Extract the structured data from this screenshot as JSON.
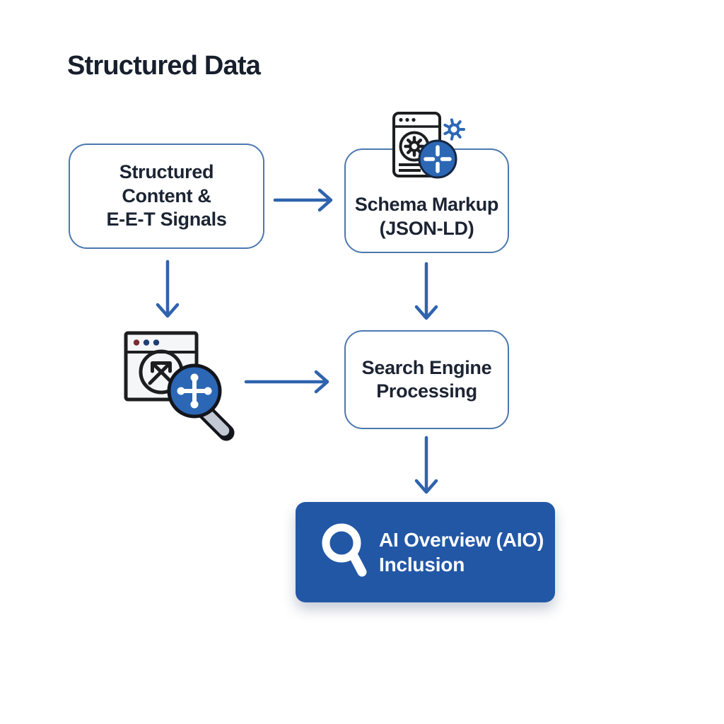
{
  "title": "Structured Data",
  "colors": {
    "background": "#ffffff",
    "title_text": "#181f2c",
    "node_text": "#1c2433",
    "node_border": "#4a78b0",
    "node_bg": "#ffffff",
    "arrow": "#2f63ae",
    "icon_blue": "#2b67b5",
    "icon_outline": "#1d1e20",
    "cta_bg": "#2257a6",
    "cta_text": "#ffffff"
  },
  "nodes": {
    "structured_content": {
      "line1": "Structured",
      "line2": "Content &",
      "line3": "E-E-T Signals"
    },
    "schema_markup": {
      "line1": "Schema Markup",
      "line2": "(JSON-LD)"
    },
    "search_engine": {
      "line1": "Search Engine",
      "line2": "Processing"
    },
    "aio": {
      "line1": "AI Overview (AIO)",
      "line2": "Inclusion"
    }
  },
  "icons": {
    "schema_doc": "document-gear-plus-icon",
    "gear_sun": "gear-sun-icon",
    "browser_arrows": "browser-crossed-arrows-icon",
    "magnifier_schema": "magnifier-schema-node-icon",
    "cta_search": "search-icon"
  }
}
